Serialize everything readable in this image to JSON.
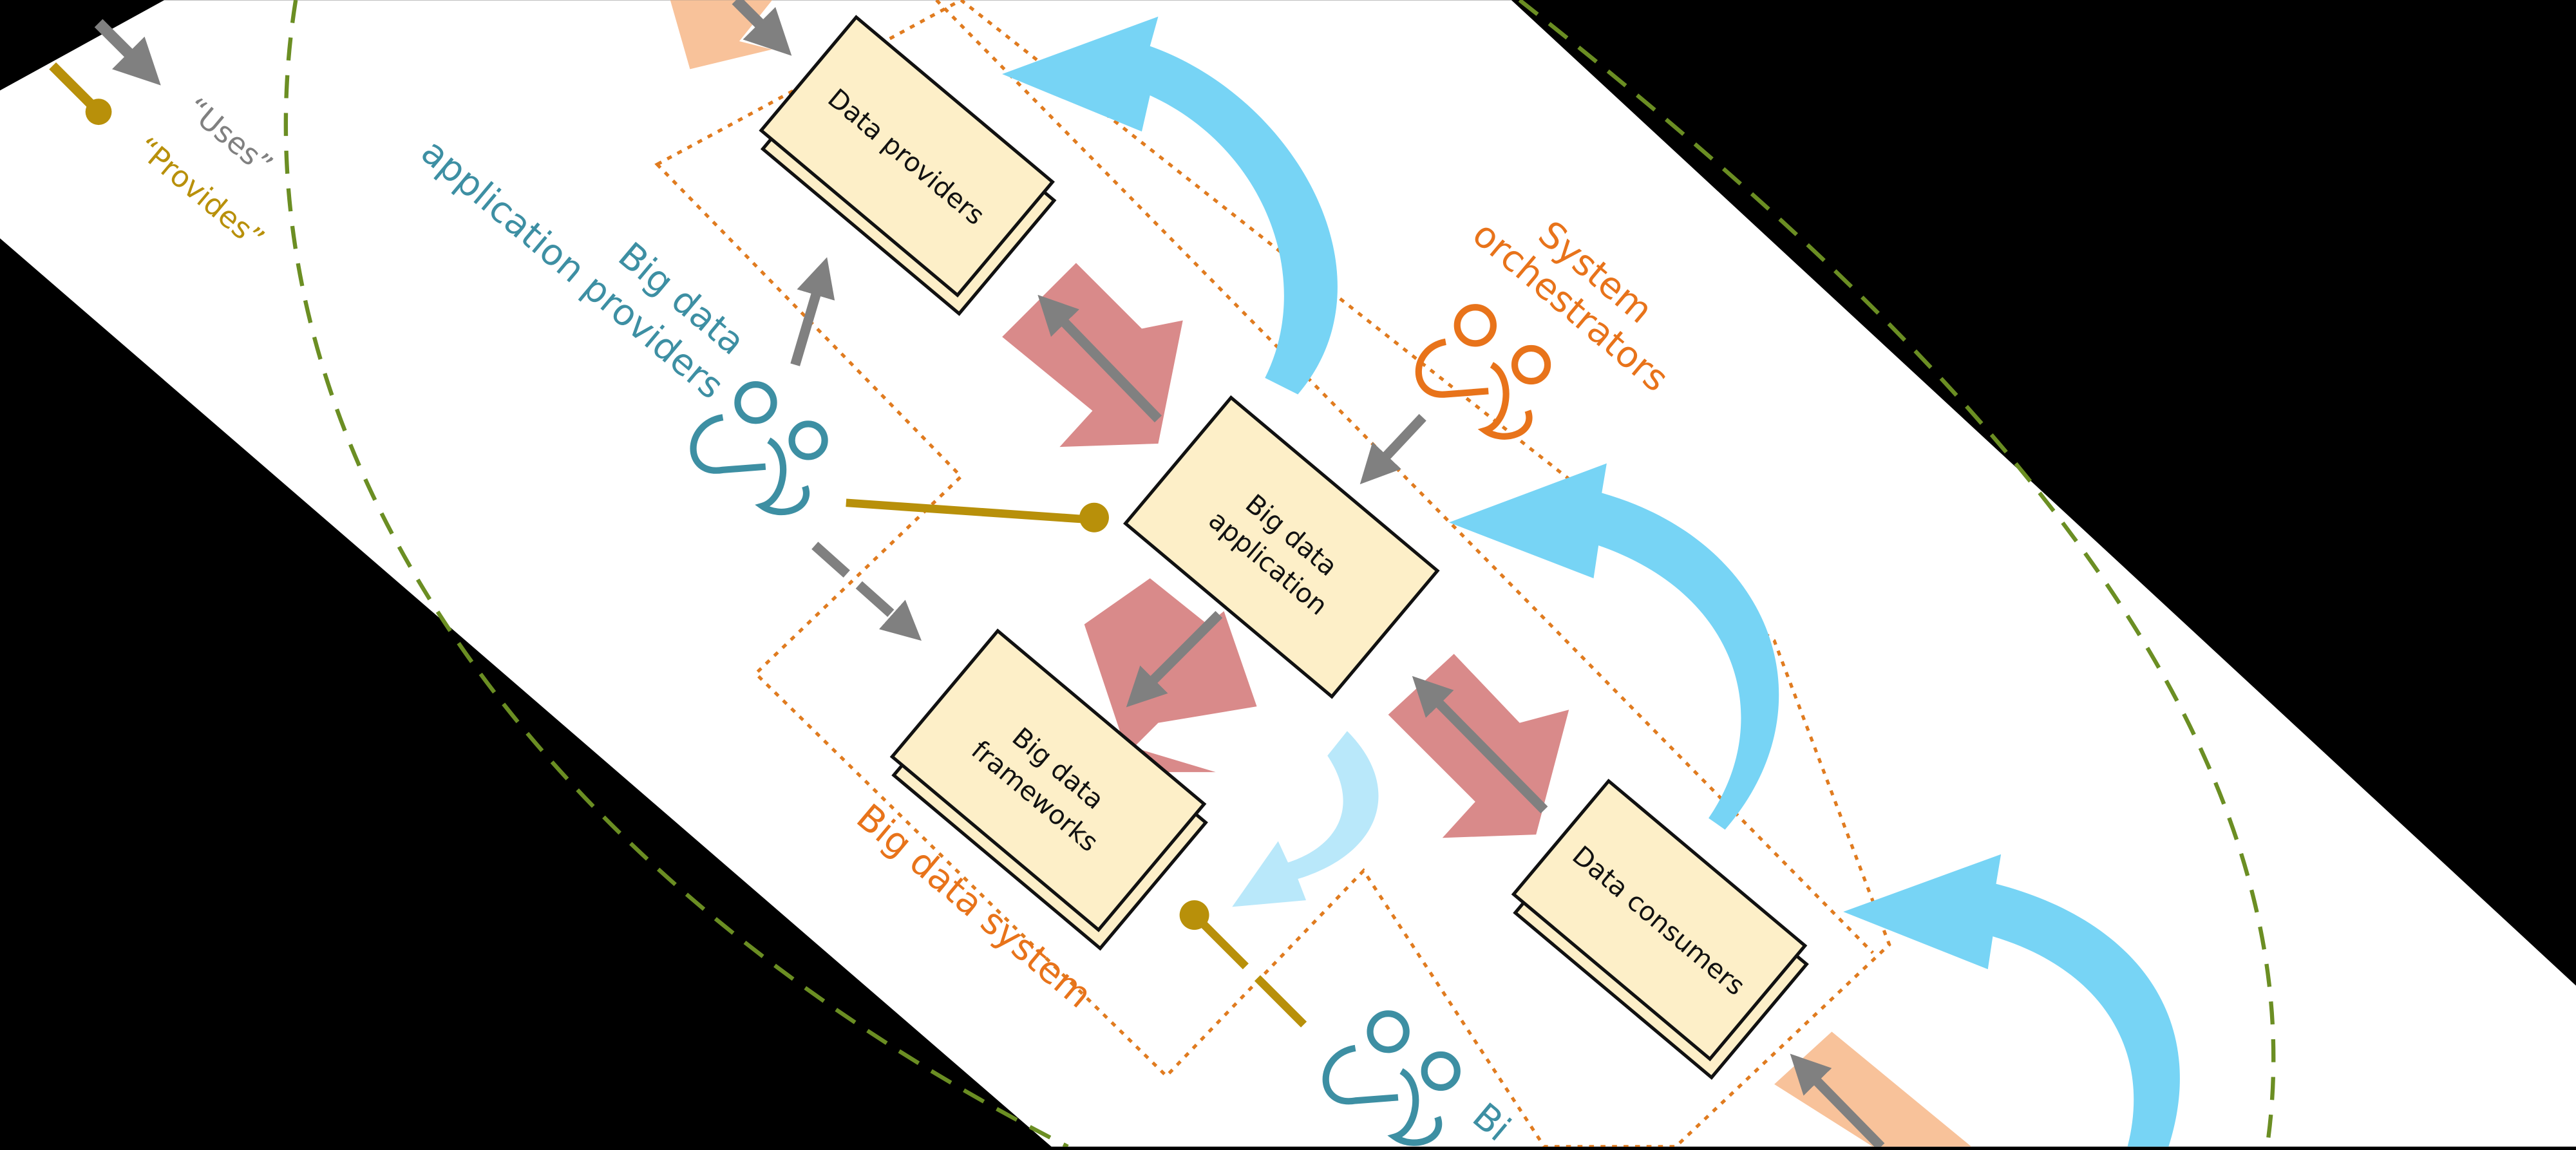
{
  "legend": {
    "uses_label": "“Uses”",
    "provides_label": "“Provides”"
  },
  "nodes": {
    "data_providers": "Data providers",
    "big_data_application": [
      "Big data",
      "application"
    ],
    "big_data_frameworks": [
      "Big data",
      "frameworks"
    ],
    "data_consumers": "Data consumers"
  },
  "roles": {
    "system_orchestrators": [
      "System",
      "orchestrators"
    ],
    "big_data_application_providers": [
      "Big data",
      "application providers"
    ],
    "big_data_framework_providers_partial": "Bi"
  },
  "system_label": "Big data system",
  "colors": {
    "band": "#ffffff",
    "background": "#000000",
    "box_fill": "#fdefc8",
    "box_stroke": "#111111",
    "uses_arrow": "#808080",
    "provides": "#b8900a",
    "orange_role": "#e8731a",
    "teal_role": "#3d8fa3",
    "system_border": "#e07b1f",
    "dashed_ellipse": "#6b8e23",
    "flow_arrow_red": "#d98a8a",
    "flow_arrow_blue": "#77d4f5",
    "flow_arrow_peach": "#f8c29a"
  },
  "icons": {
    "people": "people-group-icon",
    "uses": "uses-arrow-icon",
    "provides": "provides-lollipop-icon"
  }
}
